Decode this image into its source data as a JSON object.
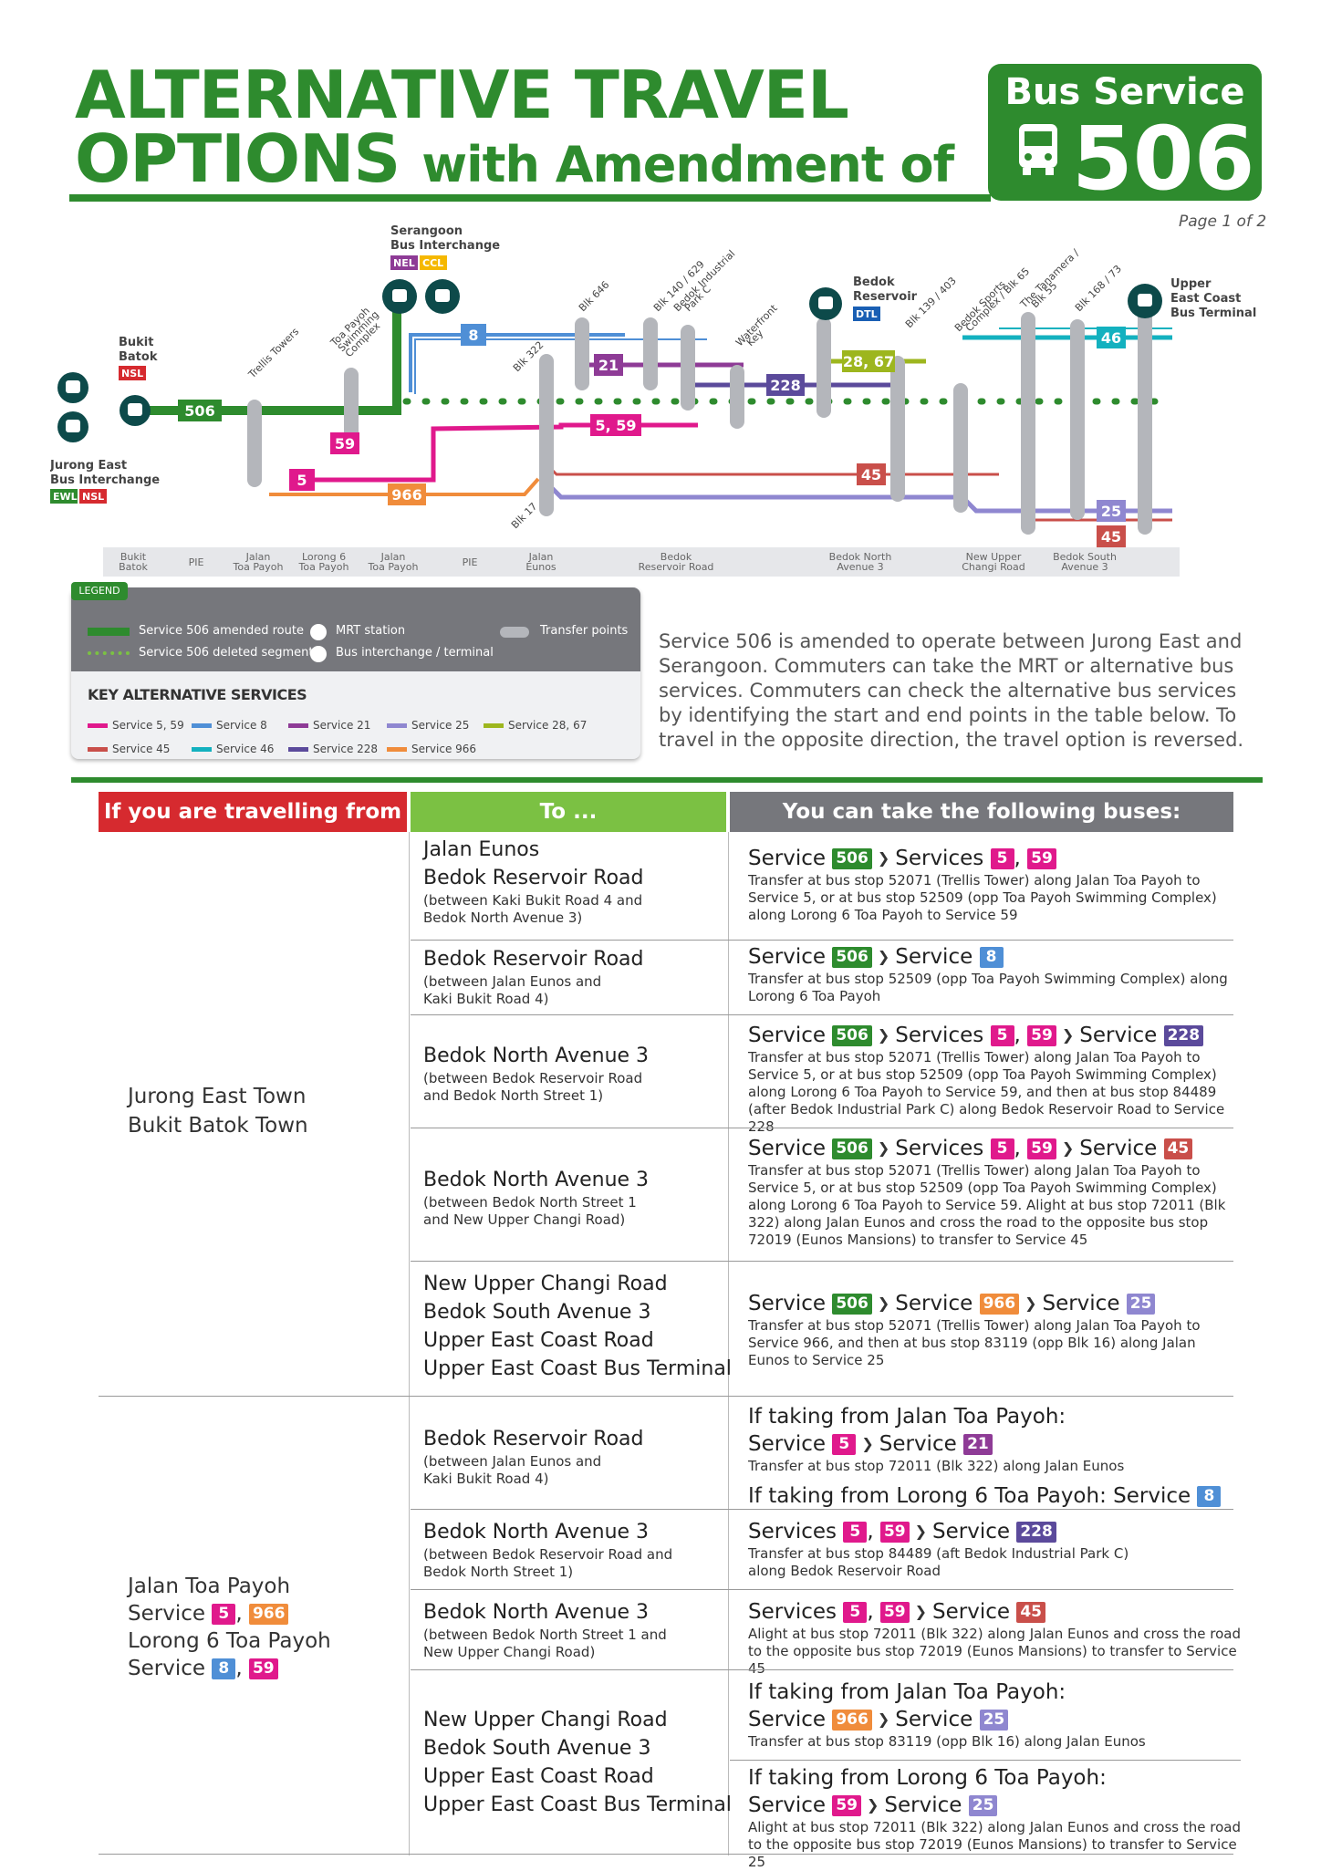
{
  "title": {
    "line1": "ALTERNATIVE TRAVEL",
    "line2a": "OPTIONS",
    "line2b": "with Amendment of",
    "bus_label": "Bus Service",
    "bus_number": "506",
    "page": "Page 1 of 2"
  },
  "diagram": {
    "stations": {
      "serangoon": "Serangoon",
      "serangoon2": "Bus Interchange",
      "bukit": "Bukit",
      "batok": "Batok",
      "jurong1": "Jurong East",
      "jurong2": "Bus Interchange",
      "bedok1": "Bedok",
      "bedok2": "Reservoir",
      "upper1": "Upper",
      "upper2": "East Coast",
      "upper3": "Bus Terminal"
    },
    "line_badges": {
      "nel": "NEL",
      "ccl": "CCL",
      "nsl": "NSL",
      "ewl": "EWL",
      "dtl": "DTL"
    },
    "stops": {
      "trellis": "Trellis Towers",
      "tps1": "Toa Payoh",
      "tps2": "Swimming",
      "tps3": "Complex",
      "blk322": "Blk 322",
      "blk17": "Blk 17",
      "blk646": "Blk 646",
      "blk140": "Blk 140 / 629",
      "bip1": "Bedok Industrial",
      "bip2": "Park C",
      "wf1": "Waterfront",
      "wf2": "Key",
      "blk139": "Blk 139 / 403",
      "bsc1": "Bedok Sports",
      "bsc2": "Complex / Blk 65",
      "tan1": "The Tanamera /",
      "tan2": "Blk 55",
      "blk168": "Blk 168 / 73"
    },
    "route_labels": {
      "s506": "506",
      "s5": "5",
      "s59": "59",
      "s966": "966",
      "s8": "8",
      "s21": "21",
      "s5_59": "5, 59",
      "s228": "228",
      "s28_67": "28, 67",
      "s45a": "45",
      "s46": "46",
      "s25": "25",
      "s45b": "45"
    },
    "roads": [
      [
        "Bukit",
        "Batok"
      ],
      [
        "PIE"
      ],
      [
        "Jalan",
        "Toa Payoh"
      ],
      [
        "Lorong 6",
        "Toa Payoh"
      ],
      [
        "Jalan",
        "Toa Payoh"
      ],
      [
        "PIE"
      ],
      [
        "Jalan",
        "Eunos"
      ],
      [
        "Bedok",
        "Reservoir Road"
      ],
      [
        "Bedok North",
        "Avenue 3"
      ],
      [
        "New Upper",
        "Changi Road"
      ],
      [
        "Bedok South",
        "Avenue 3"
      ]
    ]
  },
  "legend": {
    "tab": "LEGEND",
    "amended": "Service 506 amended route",
    "deleted": "Service 506 deleted segment",
    "mrt": "MRT station",
    "interchange": "Bus interchange / terminal",
    "transfer": "Transfer points",
    "key_title": "KEY ALTERNATIVE SERVICES",
    "key": [
      {
        "label": "Service 5, 59",
        "color": "#e0198c"
      },
      {
        "label": "Service 8",
        "color": "#4f8fd6"
      },
      {
        "label": "Service 21",
        "color": "#8e3b96"
      },
      {
        "label": "Service 25",
        "color": "#8f87d0"
      },
      {
        "label": "Service 28, 67",
        "color": "#9db61e"
      },
      {
        "label": "Service 45",
        "color": "#c94f4a"
      },
      {
        "label": "Service 46",
        "color": "#13b1bf"
      },
      {
        "label": "Service 228",
        "color": "#5b4a9b"
      },
      {
        "label": "Service 966",
        "color": "#f08c3b"
      }
    ]
  },
  "intro": "Service 506 is amended to operate between Jurong East and Serangoon. Commuters can take the MRT or alternative bus services. Commuters can check the alternative bus services by identifying the start and end points in the table below. To travel in the opposite direction, the travel option is reversed.",
  "table": {
    "headers": [
      "If you are travelling from ...",
      "To ...",
      "You can take the following buses:"
    ],
    "from1": [
      "Jurong East Town",
      "Bukit Batok Town"
    ],
    "from2": {
      "l1": "Jalan Toa Payoh",
      "l2": "Service",
      "l3": "Lorong 6 Toa Payoh",
      "l4": "Service",
      "b5": "5",
      "b966": "966",
      "b8": "8",
      "b59": "59"
    },
    "words": {
      "service": "Service",
      "services": "Services",
      "comma": ",",
      "colon_svc": "If taking from Lorong 6 Toa Payoh: Service"
    },
    "rows": {
      "r1": {
        "to": [
          "Jalan Eunos",
          "Bedok Reservoir Road"
        ],
        "to_sub": "(between Kaki Bukit Road 4 and\nBedok North Avenue 3)",
        "note": "Transfer at bus stop 52071 (Trellis Tower) along Jalan Toa Payoh to Service 5, or at bus stop 52509 (opp Toa Payoh Swimming Complex) along Lorong 6 Toa Payoh to Service 59"
      },
      "r2": {
        "to": [
          "Bedok Reservoir Road"
        ],
        "to_sub": "(between Jalan Eunos and\nKaki Bukit Road 4)",
        "note": "Transfer at bus stop 52509 (opp Toa Payoh Swimming Complex) along Lorong 6 Toa Payoh"
      },
      "r3": {
        "to": [
          "Bedok North Avenue 3"
        ],
        "to_sub": "(between Bedok Reservoir Road\nand Bedok North Street 1)",
        "note": "Transfer at bus stop 52071 (Trellis Tower) along Jalan Toa Payoh to Service 5, or at bus stop 52509 (opp Toa Payoh Swimming Complex) along Lorong 6 Toa Payoh to Service 59, and then at bus stop 84489 (after Bedok Industrial Park C) along Bedok Reservoir Road to Service 228"
      },
      "r4": {
        "to": [
          "Bedok North Avenue 3"
        ],
        "to_sub": "(between Bedok North Street 1\nand New Upper Changi Road)",
        "note": "Transfer at bus stop 52071 (Trellis Tower) along Jalan Toa Payoh to Service 5, or at bus stop 52509 (opp Toa Payoh Swimming Complex) along Lorong 6 Toa Payoh to Service 59. Alight at bus stop 72011 (Blk 322) along Jalan Eunos and cross the road to the opposite bus stop 72019 (Eunos Mansions) to transfer to Service 45"
      },
      "r5": {
        "to": [
          "New Upper Changi Road",
          "Bedok South Avenue 3",
          "Upper East Coast Road",
          "Upper East Coast Bus Terminal"
        ],
        "note": "Transfer at bus stop 52071 (Trellis Tower) along Jalan Toa Payoh to Service 966, and then at bus stop 83119 (opp Blk 16) along Jalan Eunos to Service 25"
      },
      "r6": {
        "to": [
          "Bedok Reservoir Road"
        ],
        "to_sub": "(between Jalan Eunos and\nKaki Bukit Road 4)",
        "head": "If taking from Jalan Toa Payoh:",
        "note": "Transfer at bus stop 72011 (Blk 322) along Jalan Eunos"
      },
      "r7": {
        "to": [
          "Bedok North Avenue 3"
        ],
        "to_sub": "(between Bedok Reservoir Road and\nBedok North Street 1)",
        "note": "Transfer at bus stop 84489 (aft Bedok Industrial Park C)\nalong Bedok Reservoir Road"
      },
      "r8": {
        "to": [
          "Bedok North Avenue 3"
        ],
        "to_sub": "(between Bedok North Street 1 and\nNew Upper Changi Road)",
        "note": "Alight at bus stop 72011 (Blk 322) along Jalan Eunos and cross the road to the opposite bus stop 72019 (Eunos Mansions) to transfer to Service 45"
      },
      "r9": {
        "to": [
          "New Upper Changi Road",
          "Bedok South Avenue 3",
          "Upper East Coast Road",
          "Upper East Coast Bus Terminal"
        ],
        "head1": "If taking from Jalan Toa Payoh:",
        "note1": "Transfer at bus stop 83119 (opp Blk 16) along Jalan Eunos",
        "head2": "If taking from Lorong 6 Toa Payoh:",
        "note2": "Alight at bus stop 72011 (Blk 322) along Jalan Eunos and cross the road to the opposite bus stop 72019 (Eunos Mansions) to transfer to Service 25"
      }
    },
    "badges": {
      "b506": "506",
      "b5": "5",
      "b59": "59",
      "b8": "8",
      "b228": "228",
      "b45": "45",
      "b966": "966",
      "b25": "25",
      "b21": "21"
    }
  },
  "colors": {
    "green": "#2e8b2e",
    "red": "#d62a2f",
    "lightgreen": "#7bc143",
    "grey": "#76777c",
    "s5_59": "#e0198c",
    "s8": "#4f8fd6",
    "s21": "#8e3b96",
    "s25": "#8f87d0",
    "s45": "#c94f4a",
    "s46": "#13b1bf",
    "s228": "#5b4a9b",
    "s966": "#f08c3b",
    "s28_67": "#9db61e"
  }
}
